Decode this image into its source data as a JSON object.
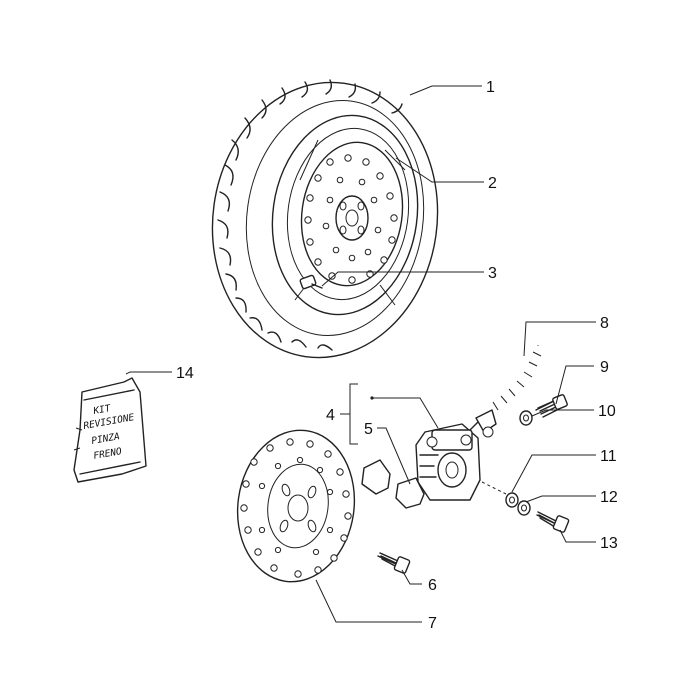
{
  "callouts": [
    "1",
    "2",
    "3",
    "4",
    "5",
    "6",
    "7",
    "8",
    "9",
    "10",
    "11",
    "12",
    "13",
    "14"
  ],
  "bag_label": [
    "KIT",
    "REVISIONE",
    "PINZA",
    "FRENO"
  ],
  "colors": {
    "ink": "#222222",
    "background": "#ffffff"
  }
}
